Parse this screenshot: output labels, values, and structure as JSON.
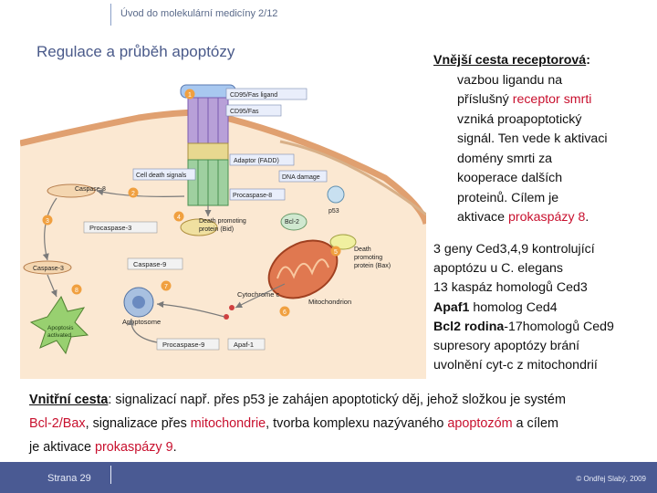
{
  "header": {
    "caption": "Úvod do molekulární medicíny 2/12"
  },
  "title": "Regulace a průběh apoptózy",
  "right_text": {
    "heading": "Vnější cesta receptorová",
    "heading_colon": ":",
    "l1": "vazbou ligandu na",
    "l2": "příslušný ",
    "l2_red": "receptor smrti",
    "l3": "vzniká proapoptotický",
    "l4": "signál. Ten vede k aktivaci",
    "l5": "domény smrti za",
    "l6": "kooperace dalších",
    "l7": "proteinů. Cílem je",
    "l8": "aktivace ",
    "l8_red": "prokaspázy 8",
    "l8_end": "."
  },
  "facts": {
    "f1": "3 geny Ced3,4,9 kontrolující",
    "f2": "apoptózu u C. elegans",
    "f3": "13 kaspáz homologů Ced3",
    "f4_b": "Apaf1",
    "f4": " homolog Ced4",
    "f5_b": "Bcl2 rodina",
    "f5": "-17homologů Ced9",
    "f6": "supresory apoptózy brání",
    "f7": "uvolnění cyt-c z mitochondrií"
  },
  "bottom": {
    "u": "Vnitřní cesta",
    "t1": ": signalizací např. přes p53 je zahájen apoptotický děj, jehož složkou je systém",
    "r1": "Bcl-2/Bax",
    "t2": ", signalizace přes ",
    "r2": "mitochondrie",
    "t3": ", tvorba komplexu nazývaného ",
    "r3": "apoptozóm",
    "t4": " a cílem",
    "t5": "je aktivace ",
    "r4": "prokaspázy 9",
    "t6": "."
  },
  "figure": {
    "labels": {
      "cd95l": "CD95/Fas ligand",
      "cd95": "CD95/Fas",
      "adaptor": "Adaptor (FADD)",
      "cds": "Cell death signals",
      "dna": "DNA damage",
      "casp8": "Caspase-8",
      "procasp8": "Procaspase-8",
      "p53": "p53",
      "bcl2": "Bcl-2",
      "procasp3": "Procaspase-3",
      "dpp_bid_1": "Death promoting",
      "dpp_bid_2": "protein (Bid)",
      "dpp_bax_1": "Death",
      "dpp_bax_2": "promoting",
      "dpp_bax_3": "protein (Bax)",
      "casp3": "Caspase-3",
      "casp9": "Caspase-9",
      "cytc": "Cytochrome c",
      "mito": "Mitochondrion",
      "apoptosome": "Apoptosome",
      "procasp9": "Procaspase-9",
      "apaf1": "Apaf-1",
      "activated1": "Apoptosis",
      "activated2": "activated"
    },
    "steps": [
      "1",
      "2",
      "3",
      "4",
      "5",
      "6",
      "7",
      "8"
    ]
  },
  "footer": {
    "page": "Strana 29",
    "copyright": "© Ondřej Slabý, 2009"
  },
  "colors": {
    "accent_red": "#c8102e",
    "footer_bg": "#4a5a93",
    "title": "#4a5a8a"
  }
}
